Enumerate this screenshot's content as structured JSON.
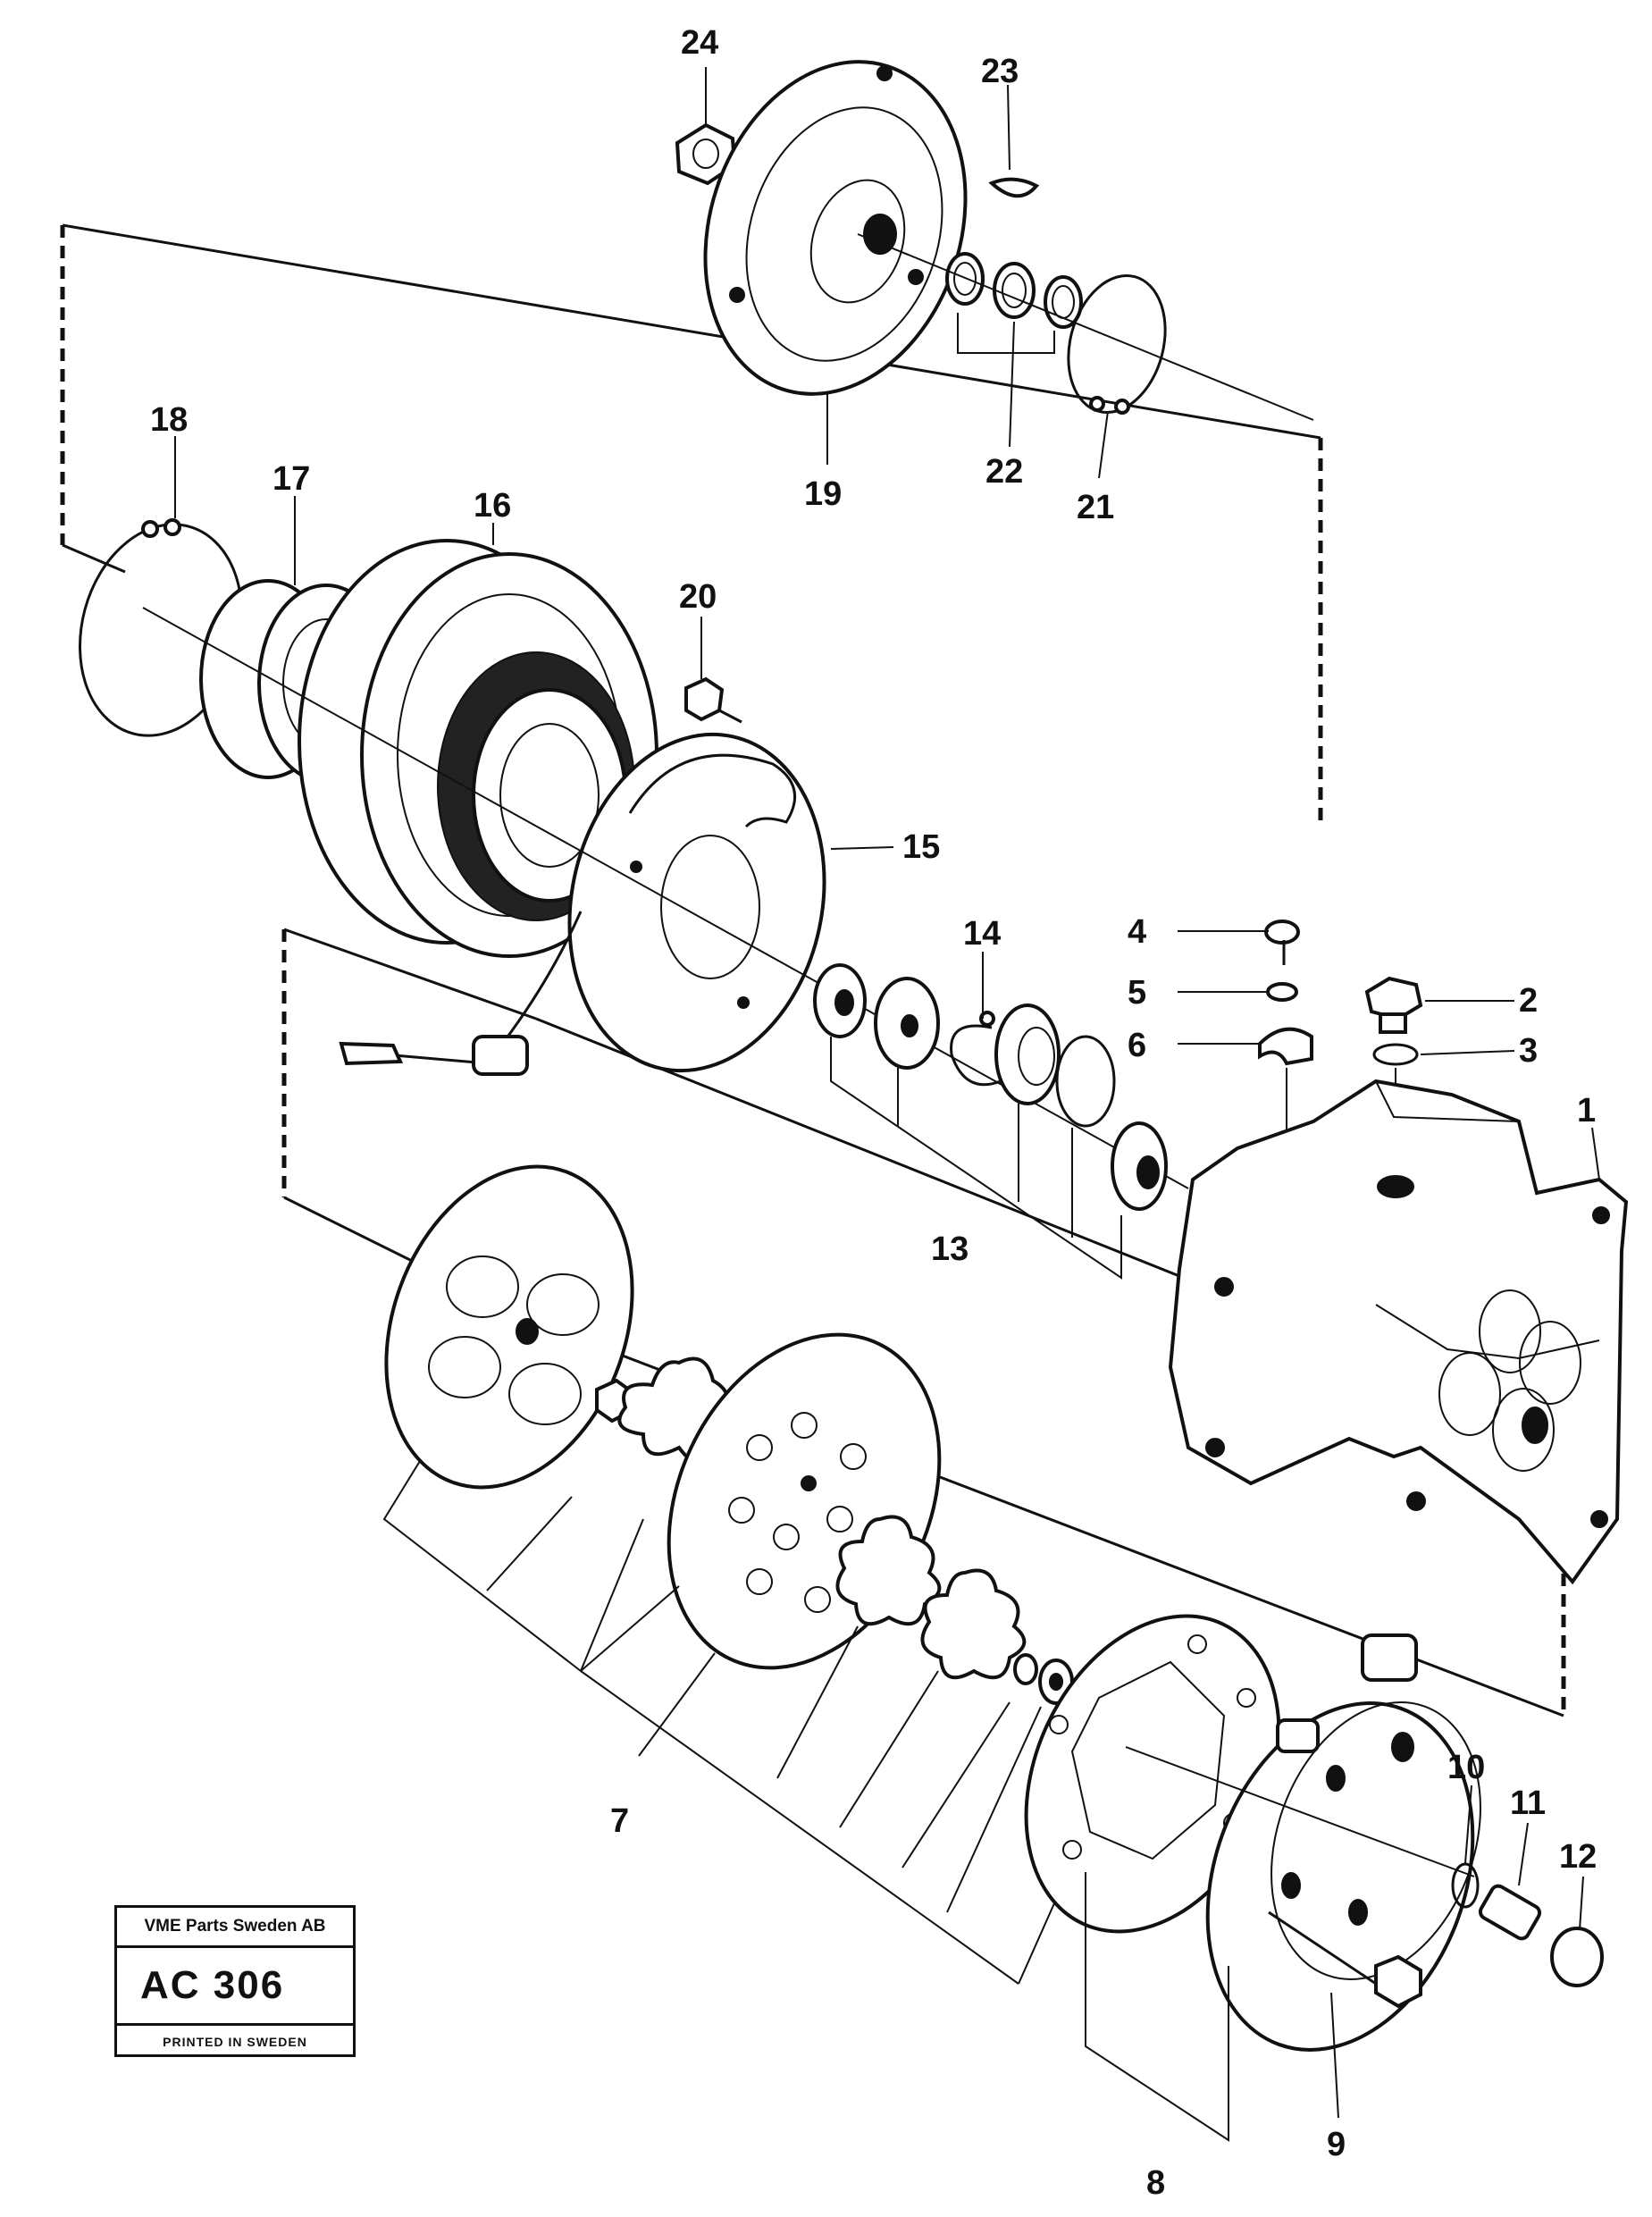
{
  "callouts": [
    {
      "id": "1",
      "label": "1"
    },
    {
      "id": "2",
      "label": "2"
    },
    {
      "id": "3",
      "label": "3"
    },
    {
      "id": "4",
      "label": "4"
    },
    {
      "id": "5",
      "label": "5"
    },
    {
      "id": "6",
      "label": "6"
    },
    {
      "id": "7",
      "label": "7"
    },
    {
      "id": "8",
      "label": "8"
    },
    {
      "id": "9",
      "label": "9"
    },
    {
      "id": "10",
      "label": "10"
    },
    {
      "id": "11",
      "label": "11"
    },
    {
      "id": "12",
      "label": "12"
    },
    {
      "id": "13",
      "label": "13"
    },
    {
      "id": "14",
      "label": "14"
    },
    {
      "id": "15",
      "label": "15"
    },
    {
      "id": "16",
      "label": "16"
    },
    {
      "id": "17",
      "label": "17"
    },
    {
      "id": "18",
      "label": "18"
    },
    {
      "id": "19",
      "label": "19"
    },
    {
      "id": "20",
      "label": "20"
    },
    {
      "id": "21",
      "label": "21"
    },
    {
      "id": "22",
      "label": "22"
    },
    {
      "id": "23",
      "label": "23"
    },
    {
      "id": "24",
      "label": "24"
    }
  ],
  "label_box": {
    "company": "VME Parts Sweden AB",
    "code": "AC 306",
    "printed": "PRINTED IN SWEDEN"
  }
}
